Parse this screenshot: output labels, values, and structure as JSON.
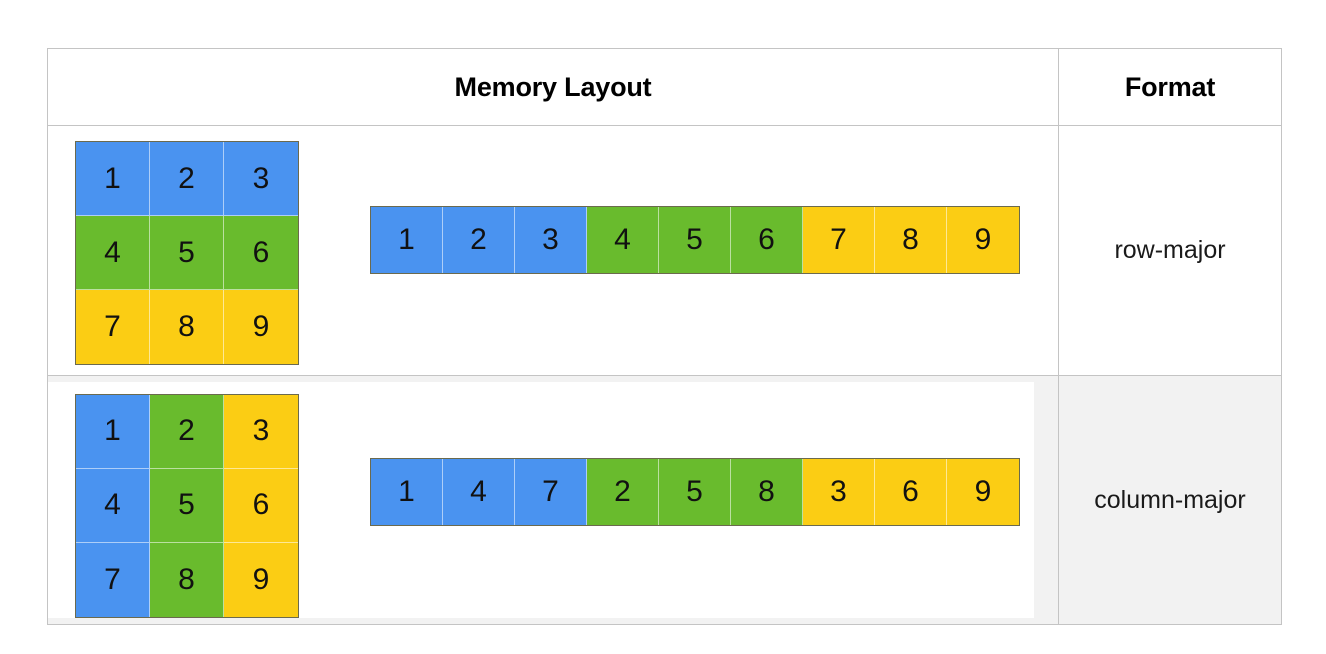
{
  "table": {
    "headers": {
      "memory_layout": "Memory Layout",
      "format": "Format"
    },
    "rows": [
      {
        "format_label": "row-major",
        "matrix": {
          "rows": 3,
          "cols": 3,
          "cells": [
            {
              "value": "1",
              "color": "#4a93f0"
            },
            {
              "value": "2",
              "color": "#4a93f0"
            },
            {
              "value": "3",
              "color": "#4a93f0"
            },
            {
              "value": "4",
              "color": "#69bb2d"
            },
            {
              "value": "5",
              "color": "#69bb2d"
            },
            {
              "value": "6",
              "color": "#69bb2d"
            },
            {
              "value": "7",
              "color": "#fbcd14"
            },
            {
              "value": "8",
              "color": "#fbcd14"
            },
            {
              "value": "9",
              "color": "#fbcd14"
            }
          ]
        },
        "strip": {
          "cells": [
            {
              "value": "1",
              "color": "#4a93f0"
            },
            {
              "value": "2",
              "color": "#4a93f0"
            },
            {
              "value": "3",
              "color": "#4a93f0"
            },
            {
              "value": "4",
              "color": "#69bb2d"
            },
            {
              "value": "5",
              "color": "#69bb2d"
            },
            {
              "value": "6",
              "color": "#69bb2d"
            },
            {
              "value": "7",
              "color": "#fbcd14"
            },
            {
              "value": "8",
              "color": "#fbcd14"
            },
            {
              "value": "9",
              "color": "#fbcd14"
            }
          ]
        }
      },
      {
        "format_label": "column-major",
        "matrix": {
          "rows": 3,
          "cols": 3,
          "cells": [
            {
              "value": "1",
              "color": "#4a93f0"
            },
            {
              "value": "2",
              "color": "#69bb2d"
            },
            {
              "value": "3",
              "color": "#fbcd14"
            },
            {
              "value": "4",
              "color": "#4a93f0"
            },
            {
              "value": "5",
              "color": "#69bb2d"
            },
            {
              "value": "6",
              "color": "#fbcd14"
            },
            {
              "value": "7",
              "color": "#4a93f0"
            },
            {
              "value": "8",
              "color": "#69bb2d"
            },
            {
              "value": "9",
              "color": "#fbcd14"
            }
          ]
        },
        "strip": {
          "cells": [
            {
              "value": "1",
              "color": "#4a93f0"
            },
            {
              "value": "4",
              "color": "#4a93f0"
            },
            {
              "value": "7",
              "color": "#4a93f0"
            },
            {
              "value": "2",
              "color": "#69bb2d"
            },
            {
              "value": "5",
              "color": "#69bb2d"
            },
            {
              "value": "8",
              "color": "#69bb2d"
            },
            {
              "value": "3",
              "color": "#fbcd14"
            },
            {
              "value": "6",
              "color": "#fbcd14"
            },
            {
              "value": "9",
              "color": "#fbcd14"
            }
          ]
        }
      }
    ]
  },
  "colors": {
    "blue": "#4a93f0",
    "green": "#69bb2d",
    "yellow": "#fbcd14",
    "border": "#c4c4c4",
    "cell_outline": "#6b6a4e",
    "alt_row_bg": "#f2f2f2",
    "page_bg": "#ffffff"
  }
}
